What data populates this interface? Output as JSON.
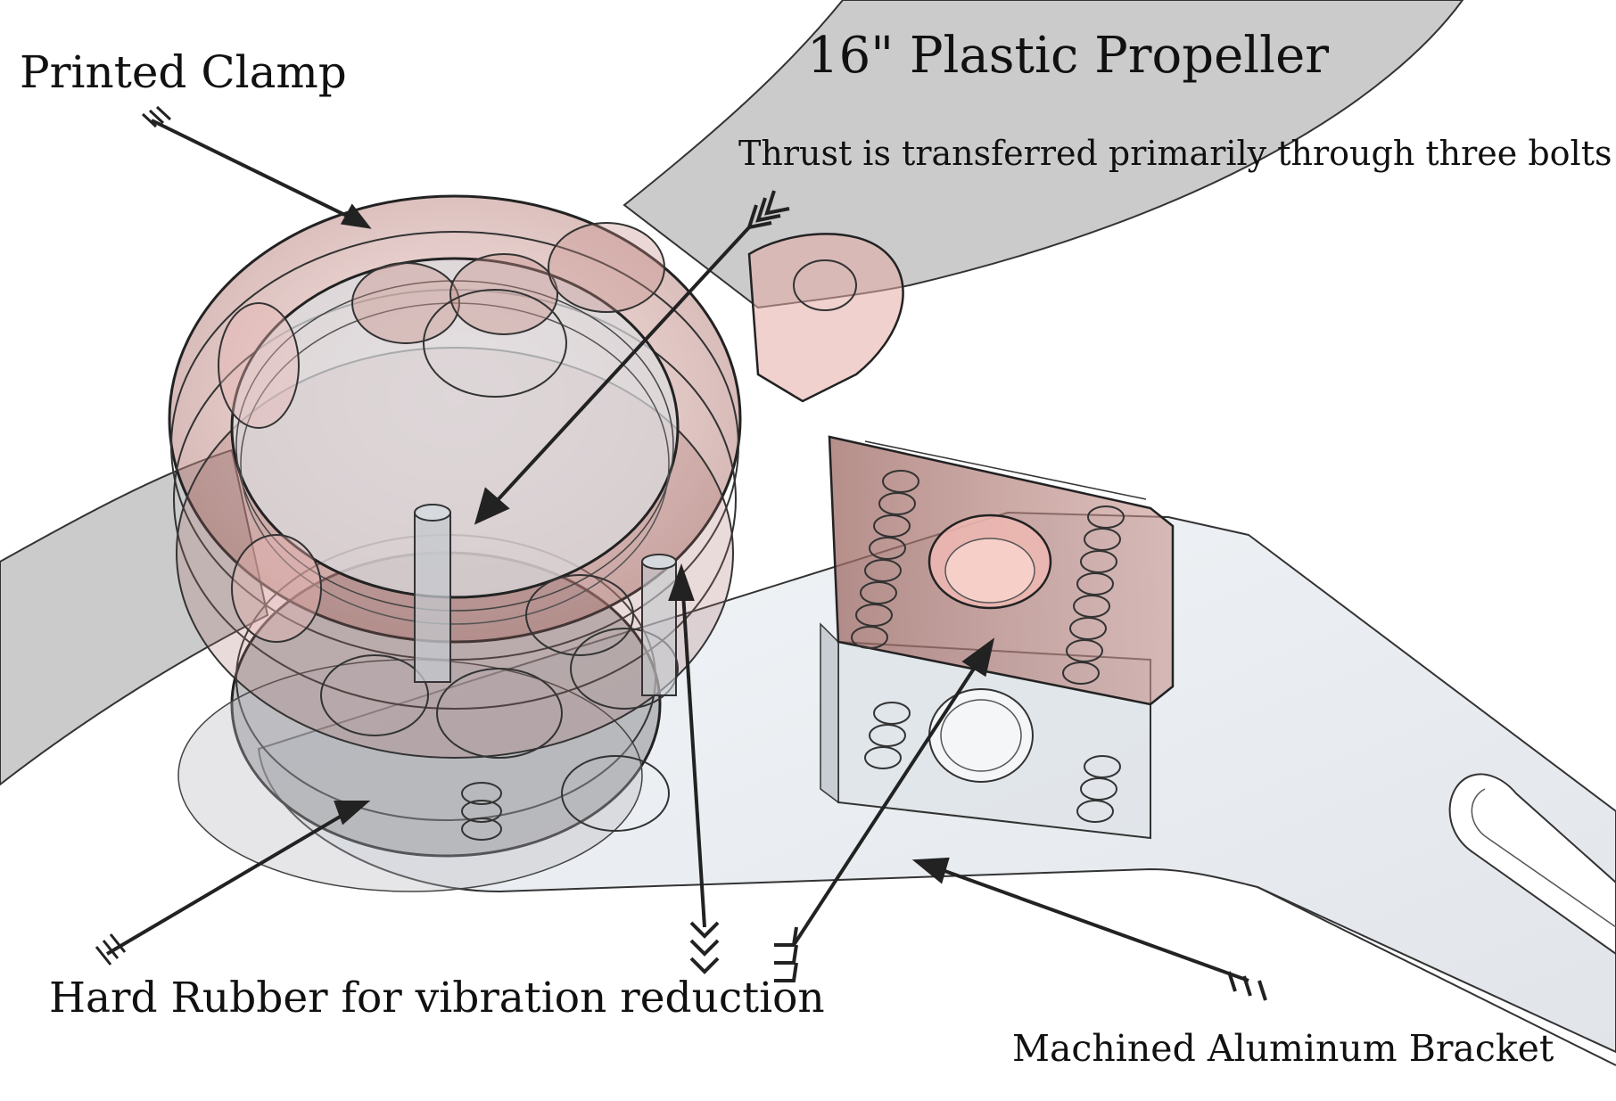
{
  "labels": {
    "printed_clamp": "Printed Clamp",
    "propeller": "16\" Plastic Propeller",
    "thrust_note": "Thrust is transferred primarily through three bolts",
    "hard_rubber": "Hard Rubber for vibration reduction",
    "aluminum_bracket": "Machined Aluminum Bracket"
  },
  "colors": {
    "propeller_fill": "#cbcbcb",
    "bracket_fill": "#e9edf2",
    "clamp_fill": "#a9706a",
    "clamp_highlight": "#e9b7b3",
    "rubber_fill": "#8e8e92",
    "line": "#1a1a1a",
    "arrow": "#222222"
  },
  "icons": {
    "arrow_tail": "fletched-arrow-tail-icon",
    "arrow_head": "arrowhead-icon"
  }
}
